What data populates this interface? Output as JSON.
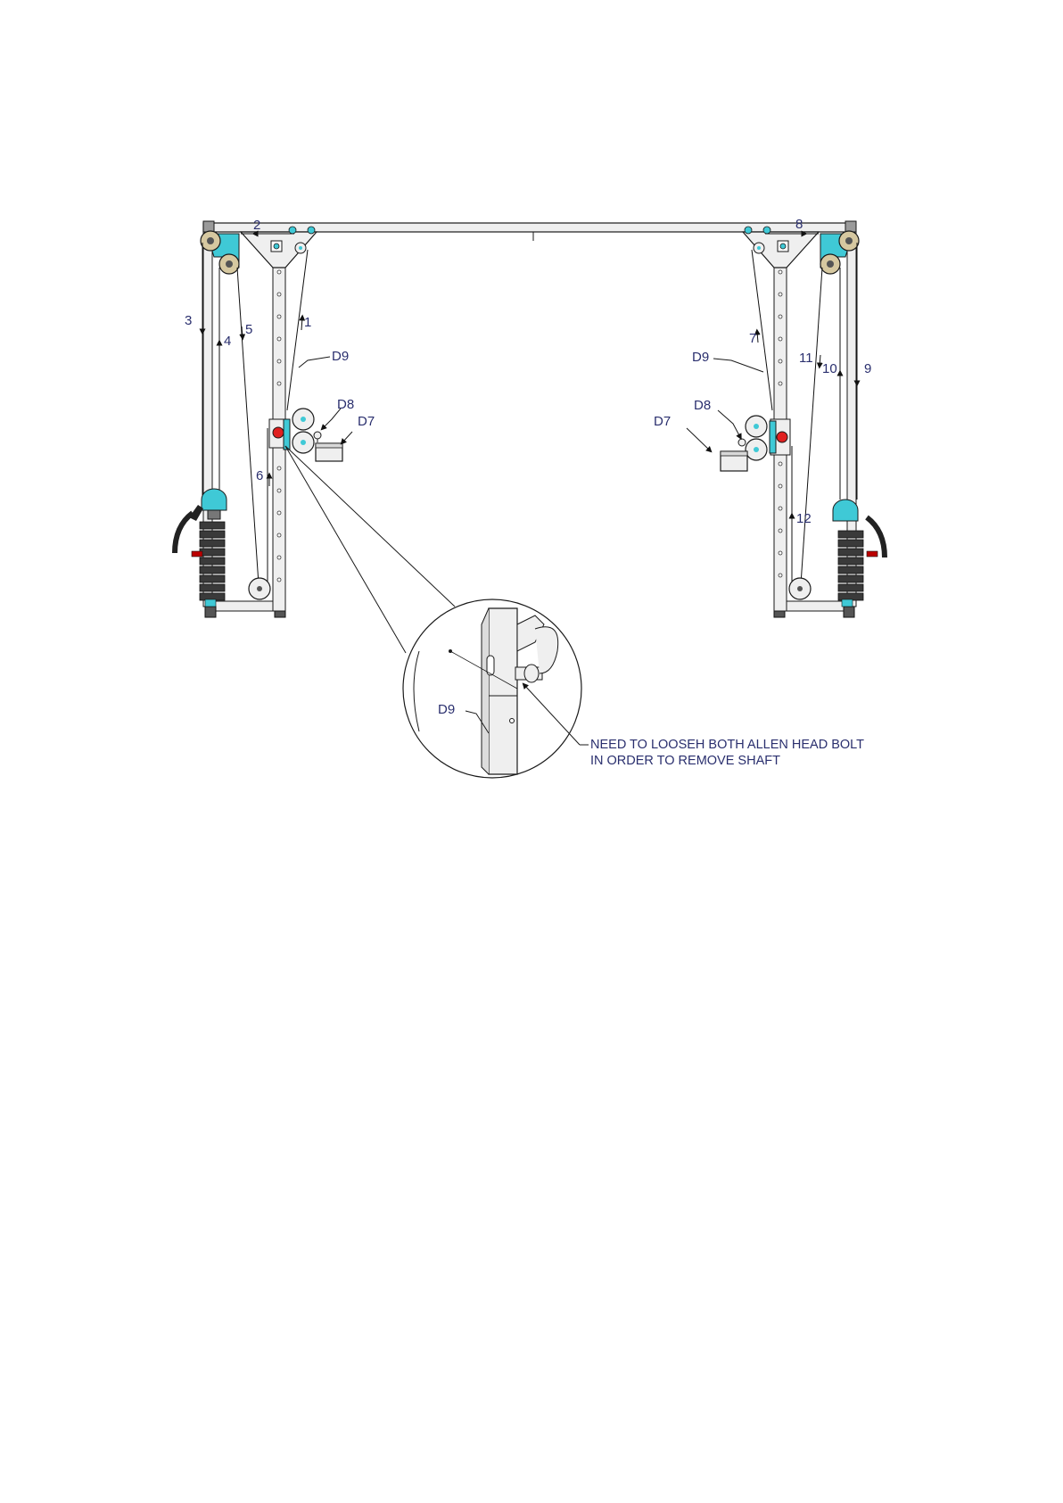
{
  "labels": {
    "n1": "1",
    "n2": "2",
    "n3": "3",
    "n4": "4",
    "n5": "5",
    "n6": "6",
    "n7": "7",
    "n8": "8",
    "n9": "9",
    "n10": "10",
    "n11": "11",
    "n12": "12",
    "d9_left": "D9",
    "d8_left": "D8",
    "d7_left": "D7",
    "d9_right": "D9",
    "d8_right": "D8",
    "d7_right": "D7",
    "d9_detail": "D9"
  },
  "note": {
    "line1": "NEED TO LOOSEH BOTH ALLEN HEAD BOLT",
    "line2": "IN ORDER TO REMOVE SHAFT"
  },
  "colors": {
    "line": "#1a1a1a",
    "frame_fill": "#efefef",
    "cyan": "#3fc9d6",
    "red": "#e02020",
    "label": "#2a2f6e"
  }
}
